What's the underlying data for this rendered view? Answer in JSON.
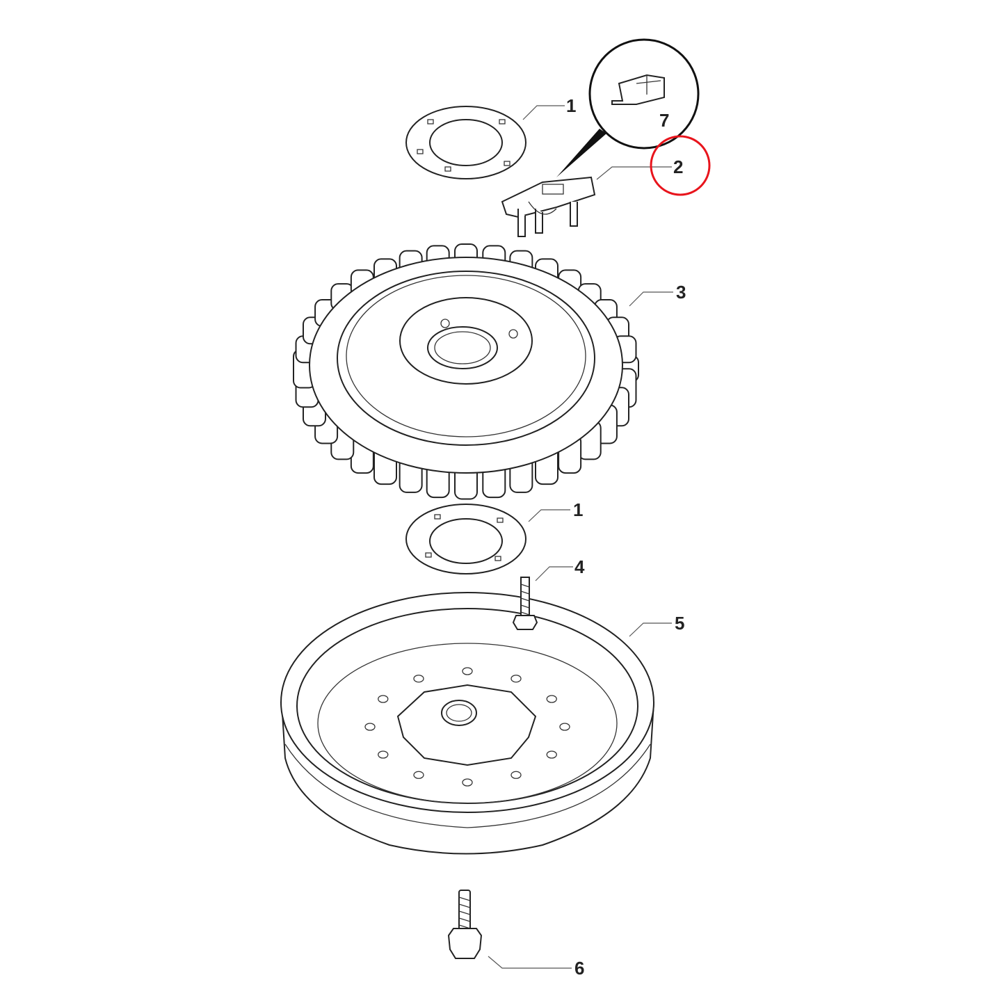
{
  "diagram": {
    "labels": {
      "ring_top": "1",
      "detail_clip": "7",
      "connector": "2",
      "stator": "3",
      "ring_bottom": "1",
      "stator_bolt": "4",
      "rotor": "5",
      "rotor_bolt": "6"
    },
    "highlight_color": "#e8141c",
    "highlighted_label": "2"
  }
}
